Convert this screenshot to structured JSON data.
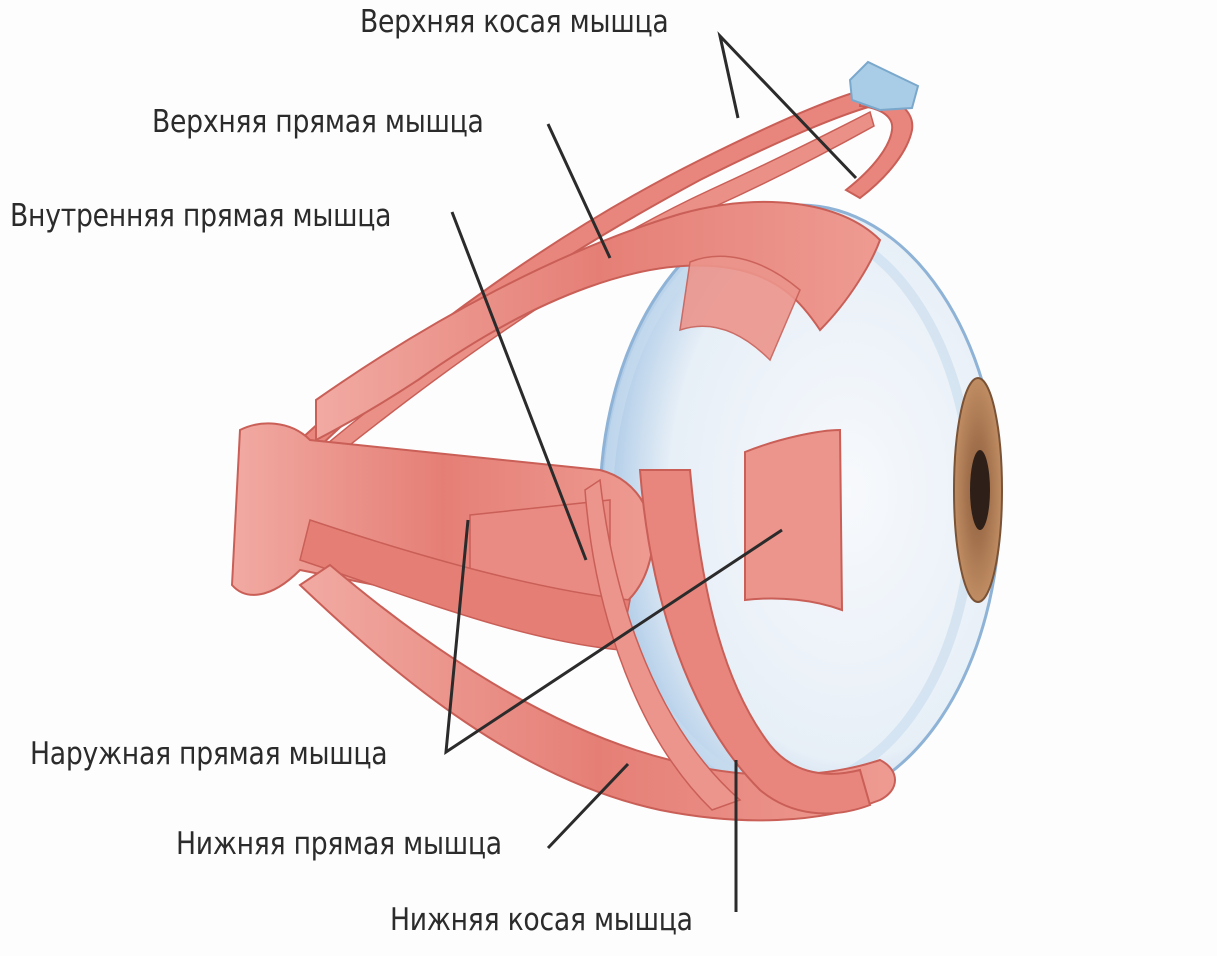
{
  "diagram": {
    "labels": {
      "superior_oblique": "Верхняя косая мышца",
      "superior_rectus": "Верхняя прямая мышца",
      "medial_rectus": "Внутренняя прямая мышца",
      "lateral_rectus": "Наружная прямая мышца",
      "inferior_rectus": "Нижняя прямая мышца",
      "inferior_oblique": "Нижняя косая мышца"
    },
    "colors": {
      "muscle": "#e8867d",
      "muscle_dark": "#c95f57",
      "muscle_light": "#f3b4ab",
      "sclera": "#eef3f8",
      "sclera_shadow": "#a9c8e6",
      "iris": "#b07a52",
      "pupil": "#2e2018",
      "trochlea": "#a9cde6",
      "leader_line": "#2b2b2b"
    }
  }
}
